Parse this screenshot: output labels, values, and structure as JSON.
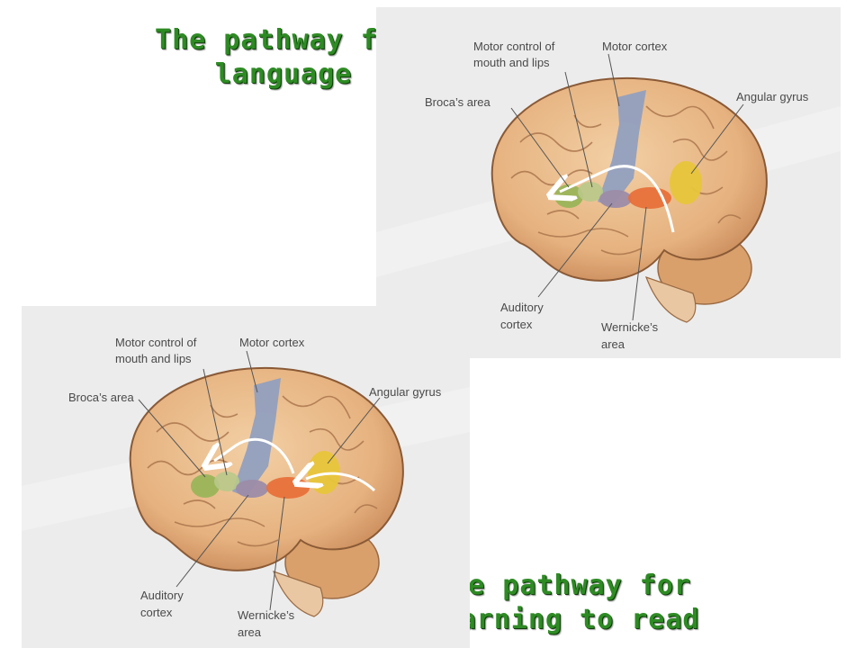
{
  "titles": {
    "language_line1": "The pathway for",
    "language_line2": "language",
    "reading_line1": "The pathway for",
    "reading_line2": "learning to read"
  },
  "labels": {
    "motor_control_line1": "Motor control of",
    "motor_control_line2": "mouth and lips",
    "motor_cortex": "Motor cortex",
    "brocas_area": "Broca’s area",
    "angular_gyrus": "Angular gyrus",
    "auditory_line1": "Auditory",
    "auditory_line2": "cortex",
    "wernickes_line1": "Wernicke’s",
    "wernickes_line2": "area"
  },
  "colors": {
    "title_green": "#2e8b24",
    "brocas_area": "#9bb45a",
    "motor_cortex": "#8f9ec0",
    "angular_gyrus": "#e8c53a",
    "wernickes_area": "#e8713a",
    "auditory_cortex": "#9c8ca8",
    "brain": "#e9b989"
  }
}
